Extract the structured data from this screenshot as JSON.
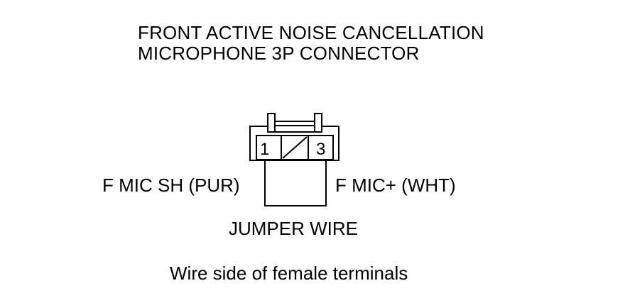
{
  "title": {
    "line1": "FRONT ACTIVE NOISE CANCELLATION",
    "line2": "MICROPHONE 3P CONNECTOR"
  },
  "connector": {
    "terminal_left": "1",
    "terminal_right": "3"
  },
  "labels": {
    "left_wire": "F MIC SH (PUR)",
    "right_wire": "F MIC+ (WHT)",
    "jumper": "JUMPER WIRE",
    "caption": "Wire side of female terminals"
  }
}
